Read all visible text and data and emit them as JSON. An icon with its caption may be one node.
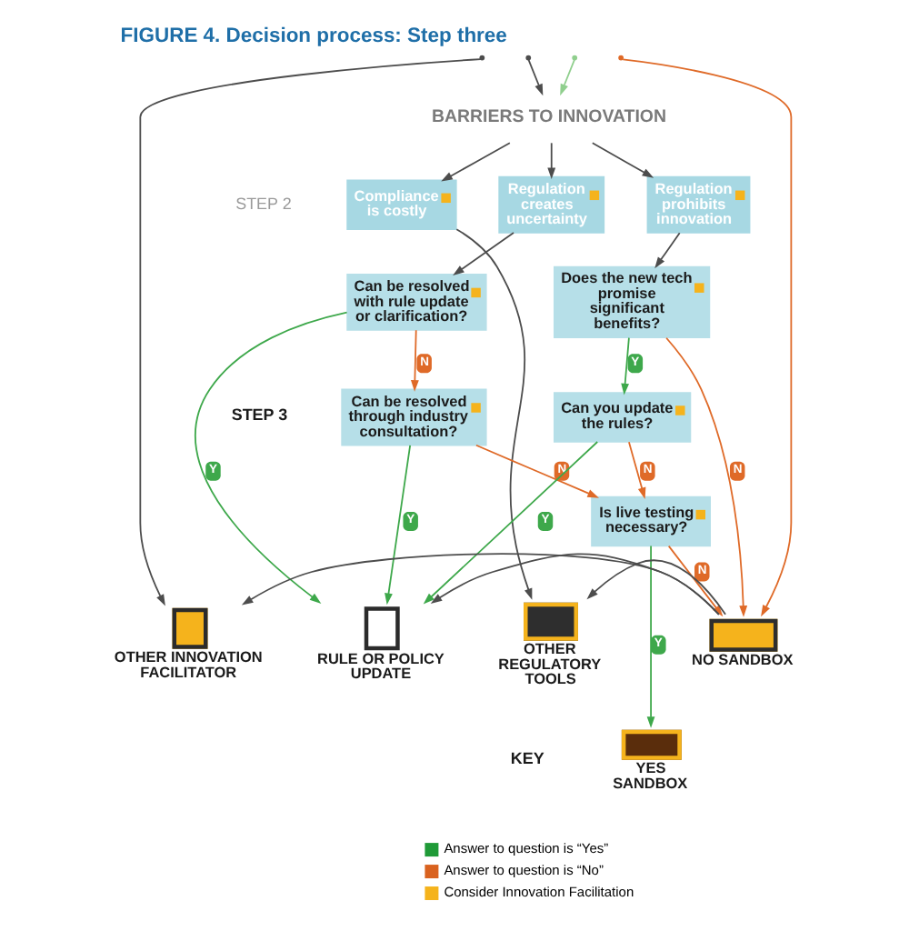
{
  "diagram": {
    "title": "FIGURE 4. Decision process: Step three",
    "nodes": [
      {
        "text": [
          "BARRIERS TO INNOVATION"
        ]
      },
      {
        "text": [
          "Compliance is costly"
        ]
      },
      {
        "text": [
          "Regulation creates uncertainty"
        ]
      },
      {
        "text": [
          "Regulation prohibits innovation"
        ]
      },
      {
        "text": [
          "Can be resolved with rule update or clarification?"
        ]
      },
      {
        "text": [
          "Does the new tech promise significant benefits?"
        ]
      },
      {
        "text": [
          "Can be resolved through industry consultation?"
        ]
      },
      {
        "text": [
          "Can you update the rules?"
        ]
      },
      {
        "text": [
          "Is live testing necessary?"
        ]
      },
      {
        "text": [
          "OTHER INNOVATION FACILITATOR"
        ]
      },
      {
        "text": [
          "RULE OR POLICY UPDATE"
        ]
      },
      {
        "text": [
          "OTHER REGULATORY TOOLS"
        ]
      },
      {
        "text": [
          "NO SANDBOX"
        ]
      },
      {
        "text": [
          "YES SANDBOX"
        ]
      }
    ],
    "edges": [
      {
        "from": null,
        "to": 0,
        "arrow": "to"
      },
      {
        "from": null,
        "to": 0,
        "arrow": "to",
        "color": "#90cf8e"
      },
      {
        "from": null,
        "to": 9,
        "arrow": "to"
      },
      {
        "from": null,
        "to": 12,
        "arrow": "to",
        "color": "#df6a28"
      },
      {
        "from": 0,
        "to": 1,
        "arrow": "to"
      },
      {
        "from": 0,
        "to": 2,
        "arrow": "to"
      },
      {
        "from": 0,
        "to": 3,
        "arrow": "to"
      },
      {
        "from": 1,
        "to": 11,
        "arrow": "to"
      },
      {
        "from": 2,
        "to": 4,
        "arrow": "to"
      },
      {
        "from": 3,
        "to": 5,
        "arrow": "to"
      },
      {
        "from": 4,
        "to": 10,
        "label": "Y",
        "arrow": "to",
        "color": "#3ea84b"
      },
      {
        "from": 4,
        "to": 6,
        "label": "N",
        "arrow": "to",
        "color": "#df6a28"
      },
      {
        "from": 5,
        "to": 7,
        "label": "Y",
        "arrow": "to",
        "color": "#3ea84b"
      },
      {
        "from": 5,
        "to": 12,
        "label": "N",
        "arrow": "to",
        "color": "#df6a28"
      },
      {
        "from": 6,
        "to": 10,
        "label": "Y",
        "arrow": "to",
        "color": "#3ea84b"
      },
      {
        "from": 6,
        "to": 8,
        "label": "N",
        "arrow": "to",
        "color": "#df6a28"
      },
      {
        "from": 7,
        "to": 10,
        "label": "Y",
        "arrow": "to",
        "color": "#3ea84b"
      },
      {
        "from": 7,
        "to": 8,
        "label": "N",
        "arrow": "to",
        "color": "#df6a28"
      },
      {
        "from": 8,
        "to": 13,
        "label": "Y",
        "arrow": "to",
        "color": "#3ea84b"
      },
      {
        "from": 8,
        "to": 12,
        "label": "N",
        "arrow": "to",
        "color": "#df6a28"
      },
      {
        "from": 12,
        "to": 9,
        "arrow": "to"
      },
      {
        "from": 12,
        "to": 10,
        "arrow": "to"
      },
      {
        "from": 12,
        "to": 11,
        "arrow": "to"
      }
    ],
    "labels": [
      "STEP 2",
      "STEP 3",
      "KEY"
    ],
    "legend": [
      {
        "text": "Answer to question is “Yes”",
        "color": "#1f9a37"
      },
      {
        "text": "Answer to question is “No”",
        "color": "#d9621f"
      },
      {
        "text": "Consider Innovation Facilitation"
      }
    ]
  }
}
